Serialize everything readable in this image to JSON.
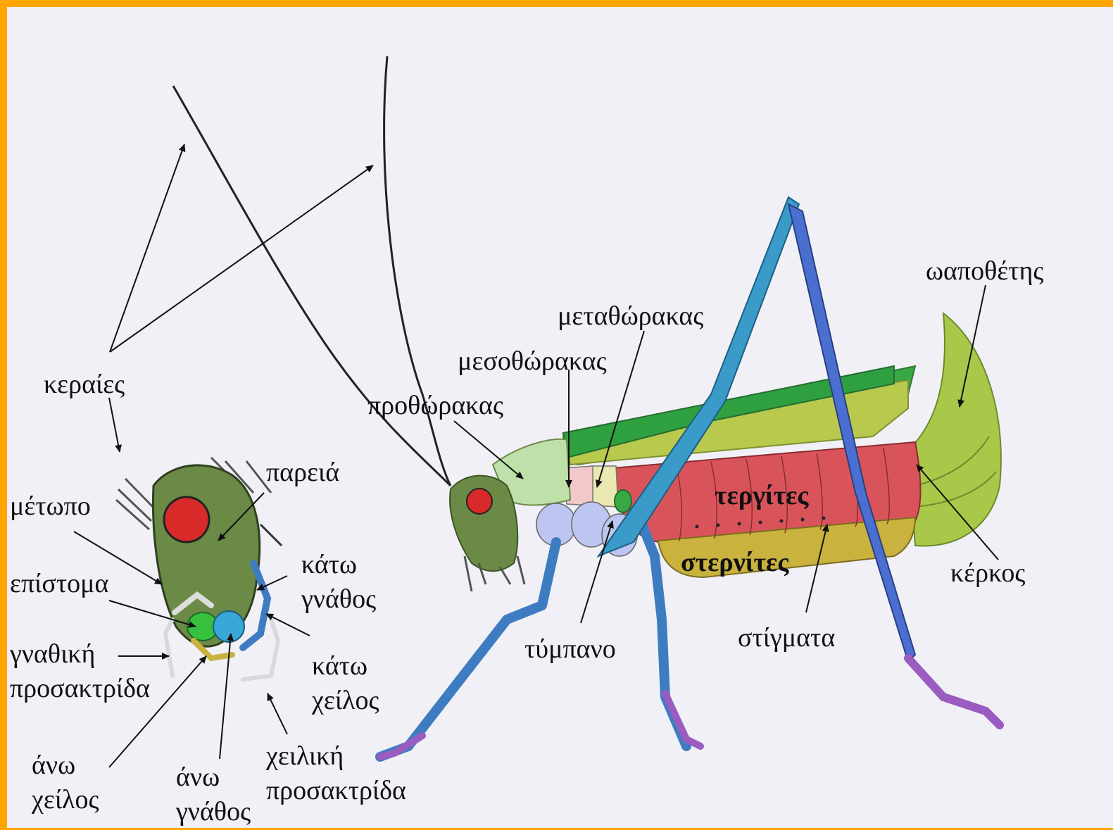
{
  "labels": {
    "antennae": "κεραίες",
    "forehead": "μέτωπο",
    "cheek": "παρειά",
    "epistome": "επίστομα",
    "maxillary_palp": {
      "l1": "γναθική",
      "l2": "προσακτρίδα"
    },
    "lower_jaw": {
      "l1": "κάτω",
      "l2": "γνάθος"
    },
    "lower_lip": {
      "l1": "κάτω",
      "l2": "χείλος"
    },
    "labial_palp": {
      "l1": "χειλική",
      "l2": "προσακτρίδα"
    },
    "upper_lip": {
      "l1": "άνω",
      "l2": "χείλος"
    },
    "upper_jaw": {
      "l1": "άνω",
      "l2": "γνάθος"
    },
    "prothorax": "προθώρακας",
    "mesothorax": "μεσοθώρακας",
    "metathorax": "μεταθώρακας",
    "ovipositor": "ωαποθέτης",
    "tergites": "τεργίτες",
    "sternites": "στερνίτες",
    "tympanum": "τύμπανο",
    "spiracles": "στίγματα",
    "cercus": "κέρκος"
  },
  "colors": {
    "border": "#FFA500",
    "background": "#F0F0F6",
    "head": "#6B8A46",
    "eye": "#D92A2A",
    "wing": "#3CB04A",
    "abdomen_tergites": "#D9545A",
    "abdomen_sternites": "#C9B23E",
    "ovipositor": "#A9C84A",
    "legs": "#4C8FD0",
    "tarsus": "#9A5CC0"
  }
}
